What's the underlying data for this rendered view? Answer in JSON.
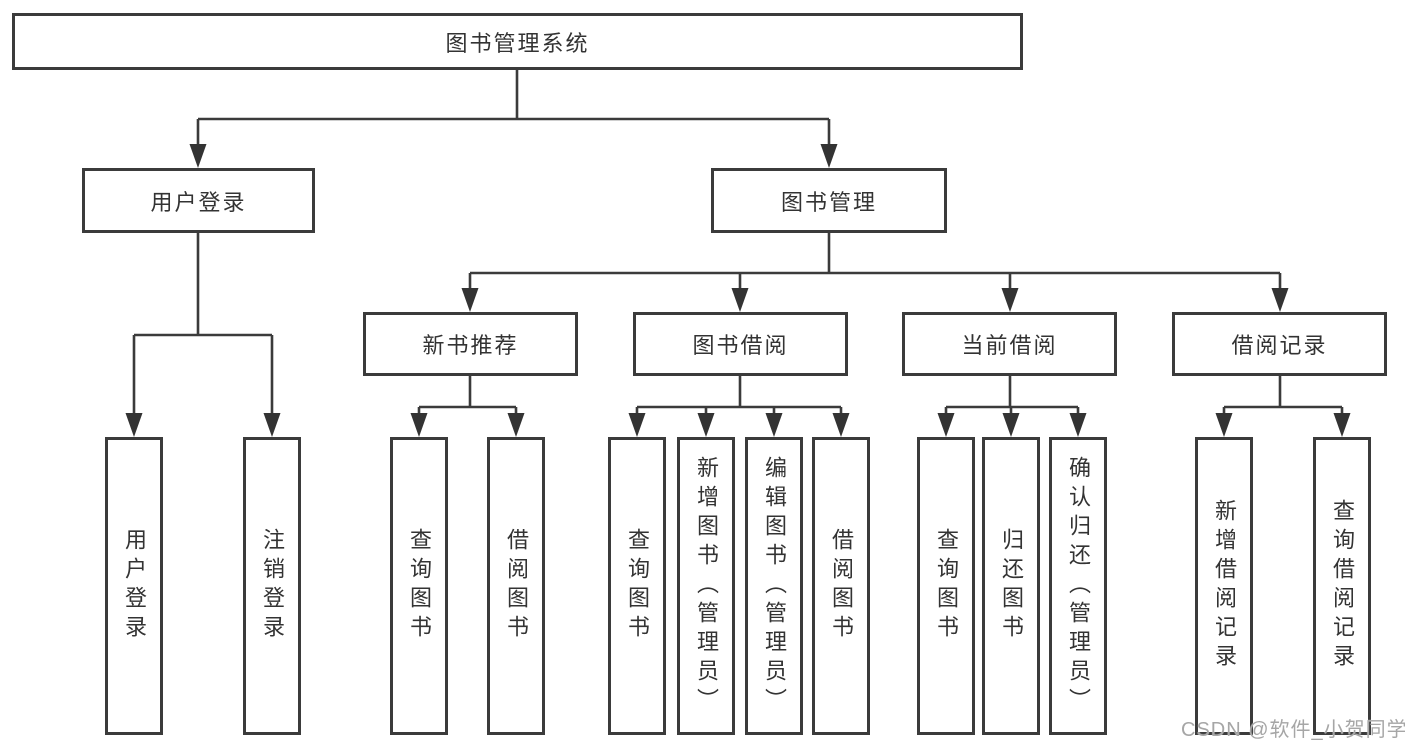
{
  "diagram": {
    "root": {
      "label": "图书管理系统"
    },
    "branches": [
      {
        "label": "用户登录",
        "children": [
          {
            "label": "用户登录"
          },
          {
            "label": "注销登录"
          }
        ]
      },
      {
        "label": "图书管理",
        "children": [
          {
            "label": "新书推荐",
            "children": [
              {
                "label": "查询图书"
              },
              {
                "label": "借阅图书"
              }
            ]
          },
          {
            "label": "图书借阅",
            "children": [
              {
                "label": "查询图书"
              },
              {
                "label": "新增图书（管理员）"
              },
              {
                "label": "编辑图书（管理员）"
              },
              {
                "label": "借阅图书"
              }
            ]
          },
          {
            "label": "当前借阅",
            "children": [
              {
                "label": "查询图书"
              },
              {
                "label": "归还图书"
              },
              {
                "label": "确认归还（管理员）"
              }
            ]
          },
          {
            "label": "借阅记录",
            "children": [
              {
                "label": "新增借阅记录"
              },
              {
                "label": "查询借阅记录"
              }
            ]
          }
        ]
      }
    ],
    "colors": {
      "line": "#3b3b3b",
      "text": "#333333",
      "background": "#ffffff",
      "watermark": "#a6a6a6"
    }
  },
  "watermark": {
    "text": "CSDN @软件_小贺同学"
  }
}
